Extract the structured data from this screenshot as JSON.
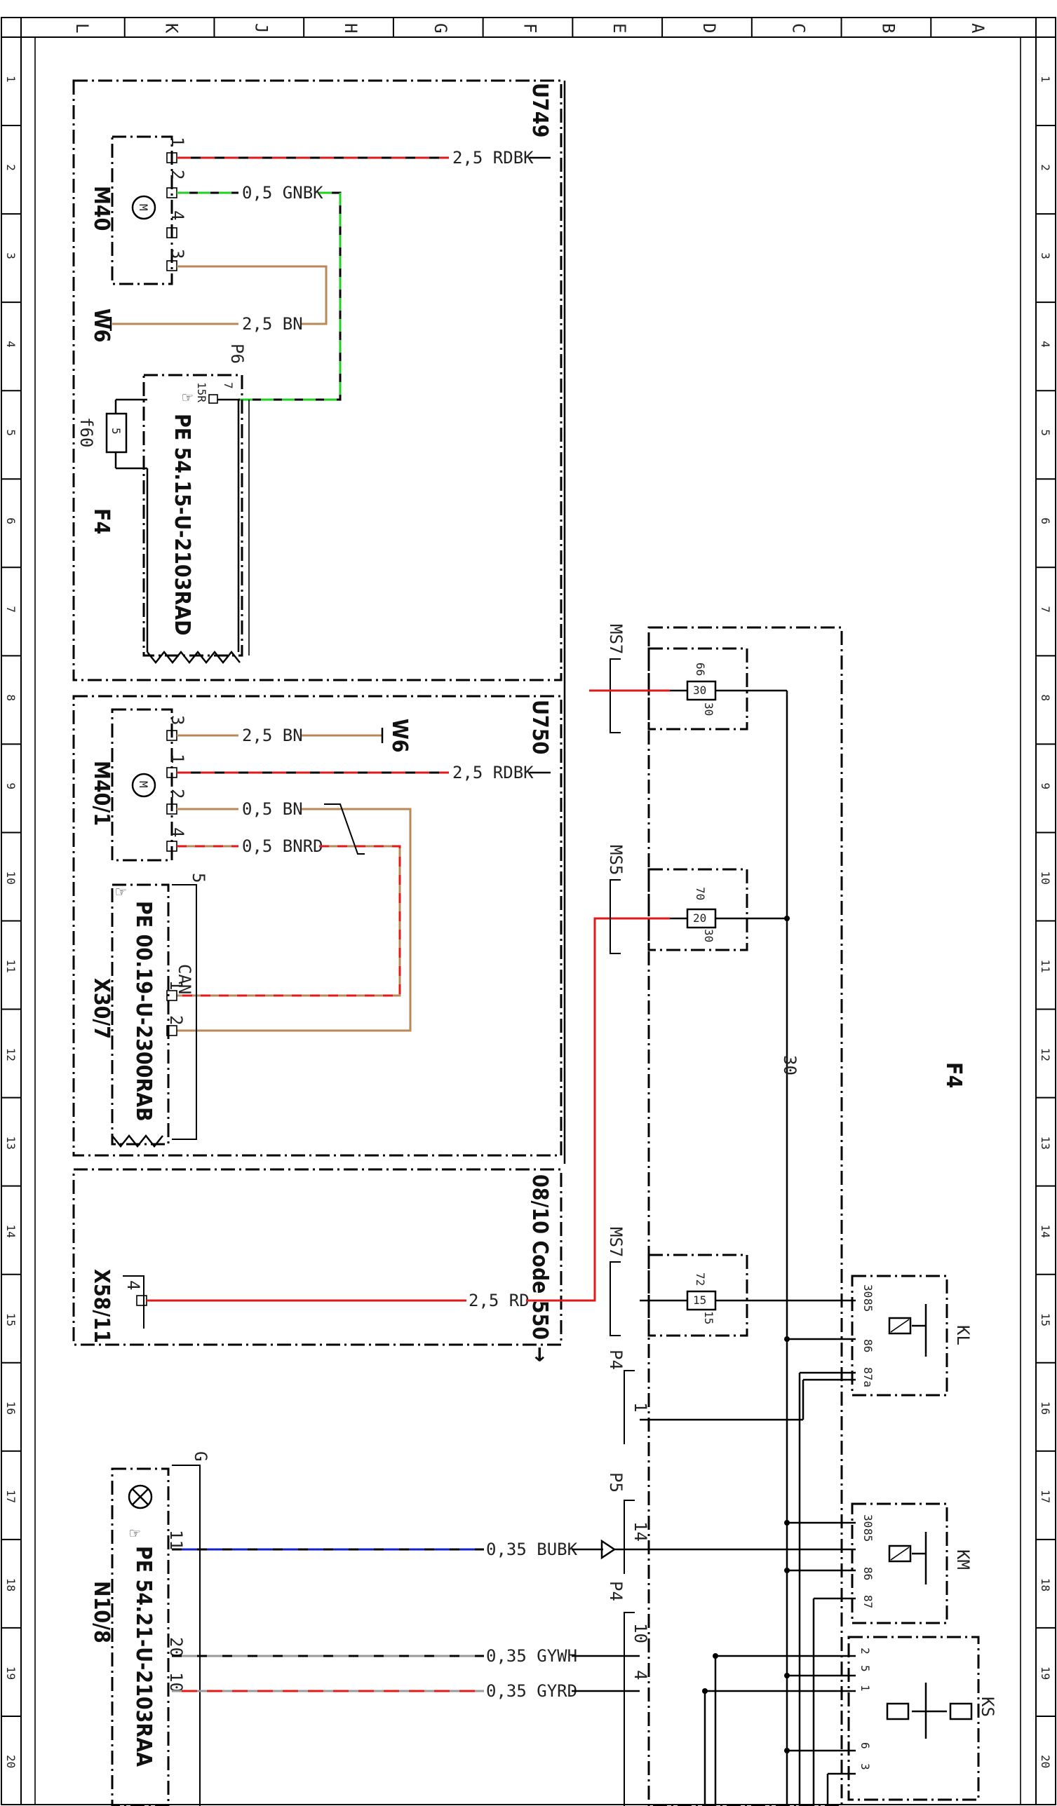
{
  "columns": [
    "L",
    "K",
    "J",
    "H",
    "G",
    "F",
    "E",
    "D",
    "C",
    "B",
    "A"
  ],
  "rows": [
    "1",
    "2",
    "3",
    "4",
    "5",
    "6",
    "7",
    "8",
    "9",
    "10",
    "11",
    "12",
    "13",
    "14",
    "15",
    "16",
    "17",
    "18",
    "19",
    "20"
  ],
  "units": {
    "U749": "U749",
    "U750": "U750",
    "code550": "08/10 Code 550 →"
  },
  "components": {
    "M40": "M40",
    "M40_1": "M40/1",
    "W6_top": "W6",
    "W6_mid": "W6",
    "F4_left": "F4",
    "F4_right": "F4",
    "f60": "f60",
    "fuse5": "5",
    "P6": "P6",
    "PE_541": "PE 54.15-U-2103RAD",
    "PE_001": "PE 00.19-U-2300RAB",
    "X30_7": "X30/7",
    "CAN": "CAN",
    "X58_11": "X58/11",
    "N10_8": "N10/8",
    "PE_542": "PE 54.21-U-2103RAA",
    "G": "G",
    "MS7_top": "MS7",
    "MS5": "MS5",
    "MS7_low": "MS7",
    "P4_a": "P4",
    "P5": "P5",
    "P4_b": "P4",
    "KL": "KL",
    "KM": "KM",
    "KS": "KS",
    "fuse30": "30",
    "fuse20": "20",
    "fuse15": "15",
    "bus30": "30",
    "m": "M",
    "five": "5",
    "seven": "7"
  },
  "wires": {
    "rdbk1": "2,5 RDBK",
    "gnbk": "0,5 GNBK",
    "bn1": "2,5 BN",
    "bn2": "2,5 BN",
    "rdbk2": "2,5 RDBK",
    "bn05": "0,5 BN",
    "bnrd": "0,5 BNRD",
    "rd": "2,5 RD",
    "bubk": "0,35 BUBK",
    "gywh": "0,35 GYWH",
    "gyrd": "0,35 GYRD"
  },
  "pins": {
    "p1": "1",
    "p2": "2",
    "p4": "4",
    "p3": "3",
    "p15R": "15R",
    "p7": "7",
    "q3": "3",
    "q1": "1",
    "q2": "2",
    "q4": "4",
    "c1": "1",
    "c2": "2",
    "x4": "4",
    "n11": "11",
    "n20": "20",
    "n10": "10",
    "p4_1": "1",
    "p5_14": "14",
    "p4_10": "10",
    "p4_4": "4",
    "f66": "66",
    "f30": "30",
    "f70": "70",
    "f30b": "30",
    "f72": "72",
    "f15": "15",
    "kl30": "30",
    "kl85": "85",
    "kl86": "86",
    "kl87a": "87a",
    "km30": "30",
    "km85": "85",
    "km86": "86",
    "km87": "87",
    "ks2": "2",
    "ks5": "5",
    "ks1": "1",
    "ks6": "6",
    "ks3": "3"
  },
  "colors": {
    "red": "#e11919",
    "green": "#1fd11f",
    "brown": "#b98a57",
    "blue": "#1420c8",
    "grey": "#9a9a9a",
    "black": "#000000"
  }
}
